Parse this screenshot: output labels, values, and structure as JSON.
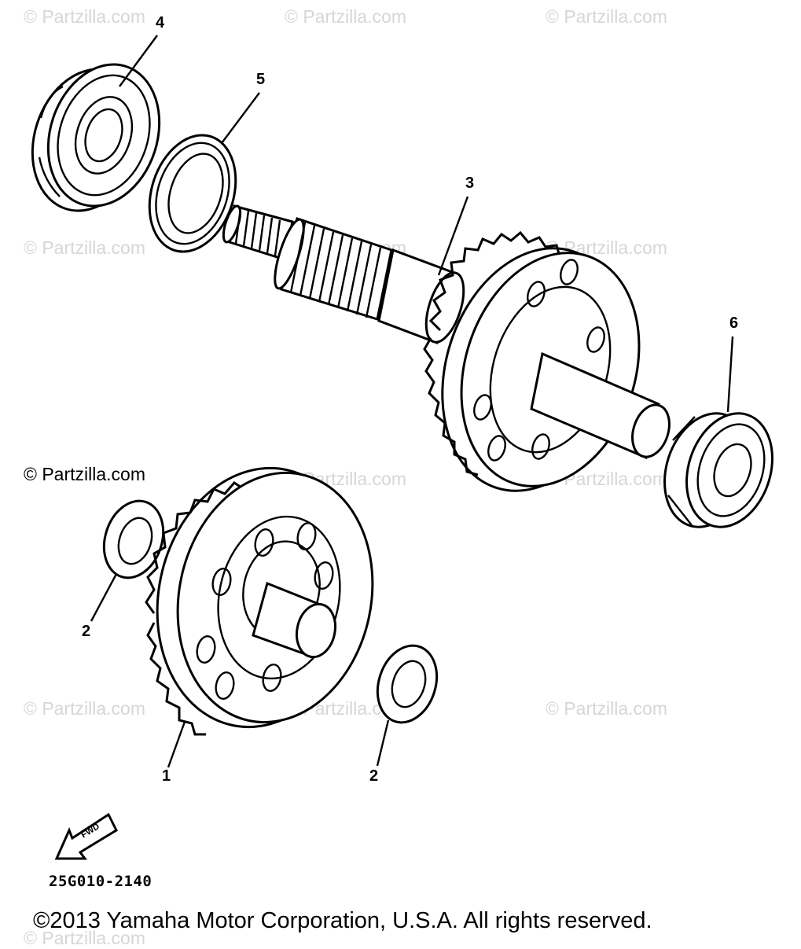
{
  "watermarks": [
    "© Partzilla.com",
    "© Partzilla.com",
    "© Partzilla.com",
    "© Partzilla.com",
    "© Partzilla.com",
    "© Partzilla.com",
    "© Partzilla.com",
    "© Partzilla.com",
    "© Partzilla.com",
    "© Partzilla.com",
    "© Partzilla.com",
    "© Partzilla.com"
  ],
  "credit": "© Partzilla.com",
  "callouts": {
    "part1": "1",
    "part2a": "2",
    "part2b": "2",
    "part3": "3",
    "part4": "4",
    "part5": "5",
    "part6": "6"
  },
  "fwd_label": "FWD",
  "diagram_code": "25G010-2140",
  "copyright": "©2013  Yamaha Motor Corporation, U.S.A. All rights reserved."
}
